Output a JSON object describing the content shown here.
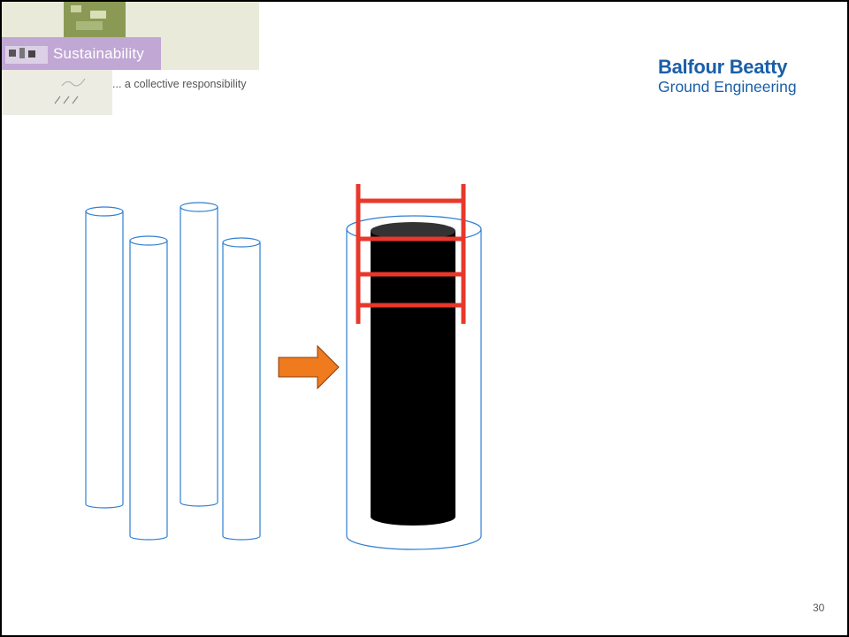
{
  "header": {
    "banner_title": "Sustainability",
    "banner_tagline": "... a collective responsibility",
    "logo_line1": "Balfour Beatty",
    "logo_line2": "Ground Engineering"
  },
  "diagram": {
    "outline_color": "#2f7fd1",
    "arrow_color": "#f07a1e",
    "core_color": "#000000",
    "cage_color": "#e8382b"
  },
  "footer": {
    "page_number": "30"
  }
}
